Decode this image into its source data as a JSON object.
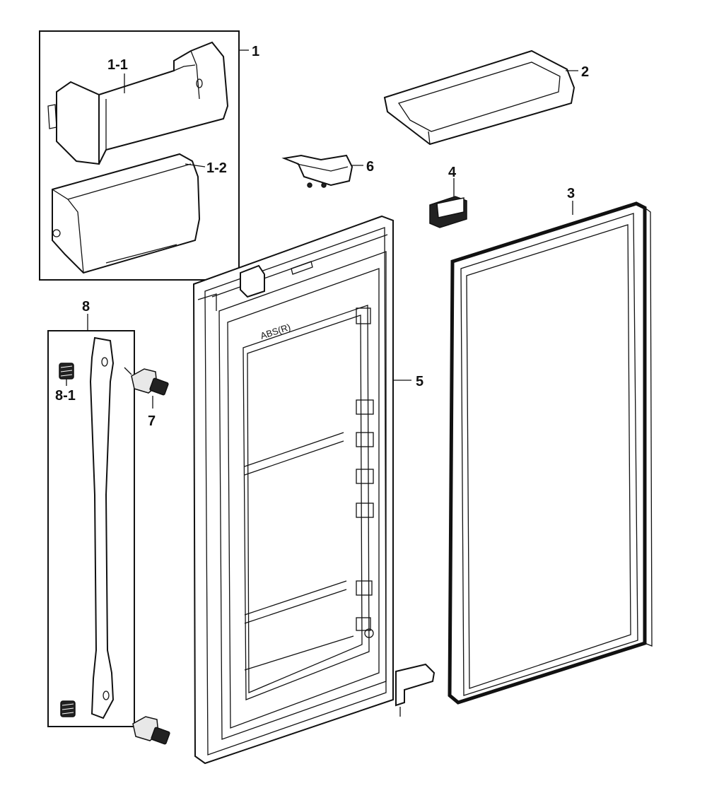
{
  "labels": {
    "part_1": "1",
    "part_1_1": "1-1",
    "part_1_2": "1-2",
    "part_2": "2",
    "part_3": "3",
    "part_4": "4",
    "part_5": "5",
    "part_6": "6",
    "part_7": "7",
    "part_8": "8",
    "part_8_1": "8-1",
    "door_marking": "ABS(R)"
  }
}
